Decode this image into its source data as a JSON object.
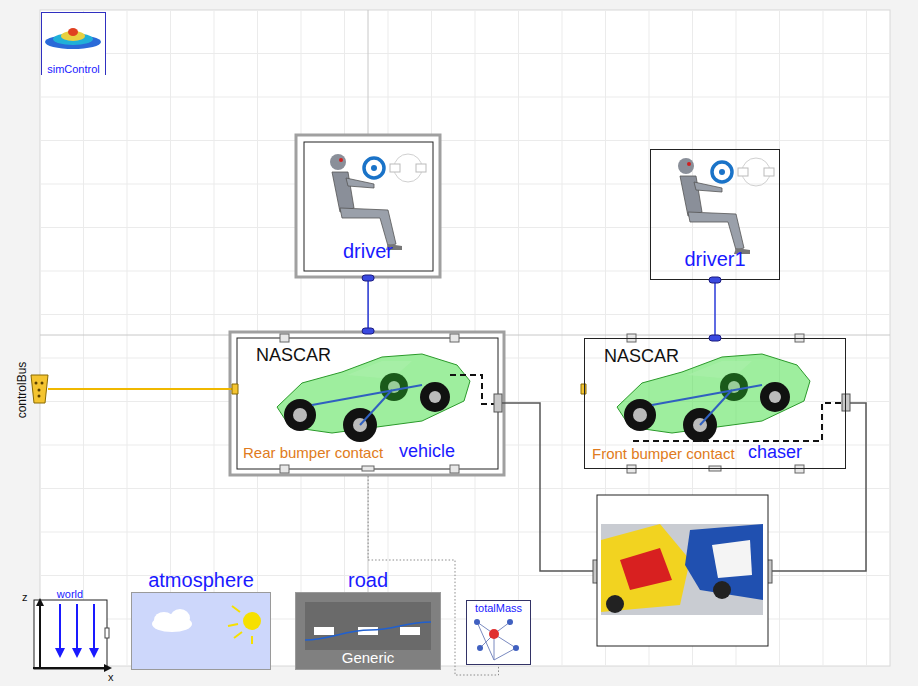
{
  "diagram": {
    "nodes": [
      {
        "text": [
          "simControl"
        ]
      },
      {
        "text": [
          "driver"
        ]
      },
      {
        "text": [
          "driver1"
        ]
      },
      {
        "text": [
          "NASCAR",
          "Rear bumper contact",
          "vehicle"
        ]
      },
      {
        "text": [
          "NASCAR",
          "Front bumper contact",
          "chaser"
        ]
      },
      {
        "text": [
          "world"
        ]
      },
      {
        "text": [
          "atmosphere"
        ]
      },
      {
        "text": [
          "road",
          "Generic"
        ]
      },
      {
        "text": [
          "totalMass"
        ]
      }
    ],
    "edges": [
      {
        "from": 1,
        "to": 3,
        "arrow": "none"
      },
      {
        "from": 2,
        "to": 4,
        "arrow": "none"
      },
      {
        "from": 3,
        "to": 8,
        "arrow": "none"
      }
    ],
    "labels": [
      "controlBus",
      "z",
      "x"
    ]
  }
}
